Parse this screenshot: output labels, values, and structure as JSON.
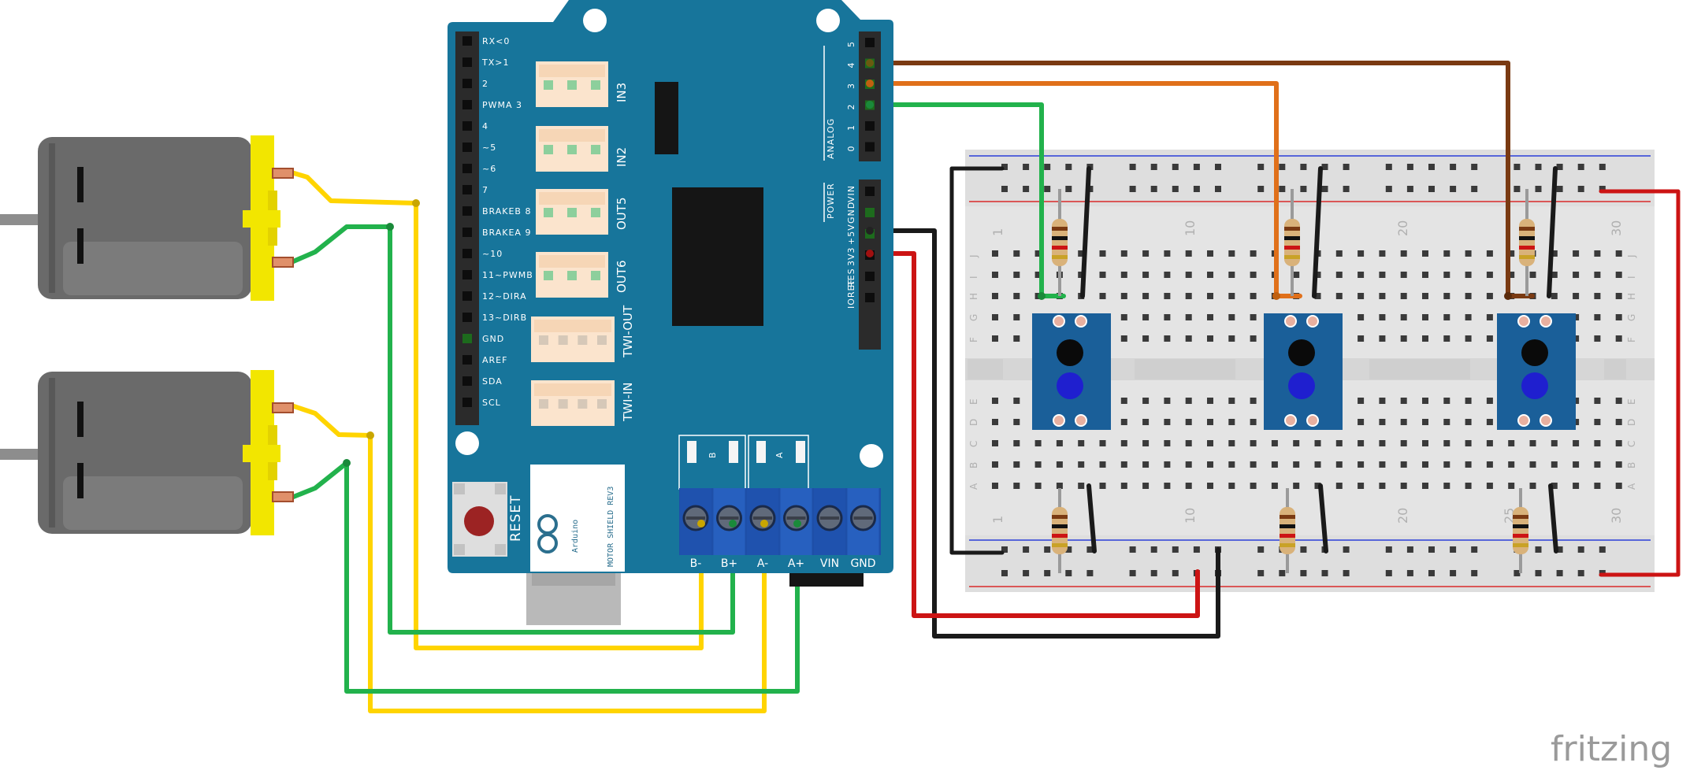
{
  "watermark": "fritzing",
  "shield": {
    "reset_label": "RESET",
    "brand_label": "Arduino",
    "model_label": "MOTOR SHIELD REV3",
    "connector_labels": [
      "IN3",
      "IN2",
      "OUT5",
      "OUT6",
      "TWI-OUT",
      "TWI-IN"
    ],
    "left_header_labels": [
      "RX<0",
      "TX>1",
      "2",
      "PWMA 3",
      "4",
      "~5",
      "~6",
      "7",
      "BRAKEB 8",
      "BRAKEA 9",
      "~10",
      "11~PWMB",
      "12~DIRA",
      "13~DIRB",
      "GND",
      "AREF",
      "SDA",
      "SCL"
    ],
    "analog_header": {
      "title": "ANALOG",
      "pins": [
        "5",
        "4",
        "3",
        "2",
        "1",
        "0"
      ]
    },
    "power_header": {
      "title": "POWER",
      "pins": [
        "VIN",
        "GND",
        "+5V",
        "3V3",
        "RES",
        "IOREF"
      ]
    },
    "screw_terminal_labels": [
      "B-",
      "B+",
      "A-",
      "A+",
      "VIN",
      "GND"
    ],
    "channel_labels": [
      "B",
      "A"
    ]
  },
  "breadboard": {
    "column_numbers_top": [
      "1",
      "10",
      "20",
      "30"
    ],
    "column_numbers_bottom": [
      "1",
      "10",
      "20",
      "25",
      "30"
    ],
    "row_letters_top": [
      "J",
      "I",
      "H",
      "G",
      "F"
    ],
    "row_letters_bottom": [
      "E",
      "D",
      "C",
      "B",
      "A"
    ]
  },
  "wire_colors": {
    "yellow": "#ffd400",
    "green": "#22b24c",
    "red": "#cc1414",
    "black": "#1a1a1a",
    "brown": "#7a3a12",
    "orange": "#e0701a"
  },
  "components": {
    "motors": [
      "dc-motor-1",
      "dc-motor-2"
    ],
    "sensors": [
      "ir-sensor-left",
      "ir-sensor-middle",
      "ir-sensor-right"
    ]
  }
}
